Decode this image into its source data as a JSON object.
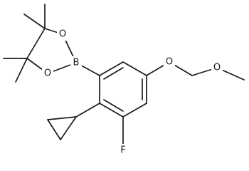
{
  "molecule": {
    "atoms": {
      "boron": "B",
      "oxygen_ring_upper": "O",
      "oxygen_ring_lower": "O",
      "oxygen_ether": "O",
      "oxygen_methoxy": "O",
      "fluorine": "F"
    }
  },
  "colors": {
    "background": "#ffffff",
    "ink": "#1a1a1a"
  }
}
